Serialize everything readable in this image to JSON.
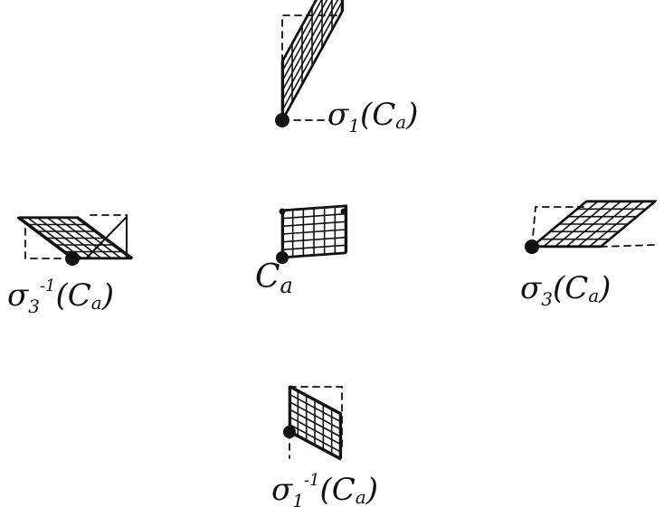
{
  "diagram": {
    "ink_color": "#111111",
    "background": "#ffffff",
    "figures": [
      {
        "id": "sigma1",
        "label": {
          "base": "σ",
          "sub": "1",
          "sup": "",
          "arg": "(C",
          "arg_sub": "a",
          "close": ")"
        }
      },
      {
        "id": "sigma3inv",
        "label": {
          "base": "σ",
          "sub": "3",
          "sup": "-1",
          "arg": "(C",
          "arg_sub": "a",
          "close": ")"
        }
      },
      {
        "id": "center",
        "label": {
          "base": "C",
          "sub": "a",
          "sup": "",
          "arg": "",
          "arg_sub": "",
          "close": ""
        }
      },
      {
        "id": "sigma3",
        "label": {
          "base": "σ",
          "sub": "3",
          "sup": "",
          "arg": "(C",
          "arg_sub": "a",
          "close": ")"
        }
      },
      {
        "id": "sigma1inv",
        "label": {
          "base": "σ",
          "sub": "1",
          "sup": "-1",
          "arg": "(C",
          "arg_sub": "a",
          "close": ")"
        }
      }
    ]
  }
}
